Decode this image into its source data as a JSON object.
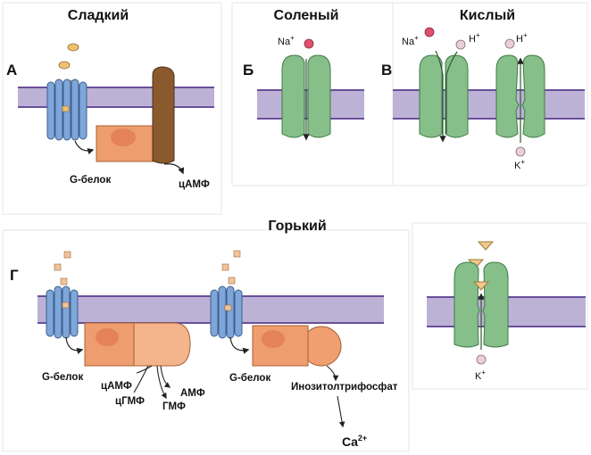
{
  "titles": {
    "sweet": "Сладкий",
    "salty": "Соленый",
    "sour": "Кислый",
    "bitter": "Горький"
  },
  "panels": {
    "a": "А",
    "b": "Б",
    "v": "В",
    "g": "Г"
  },
  "labels": {
    "g_protein_a": "G-белок",
    "camp_a": "цАМФ",
    "g_protein_g1": "G-белок",
    "camp_g": "цАМФ",
    "cgmp_g": "цГМФ",
    "amp_g": "АМФ",
    "gmp_g": "ГМФ",
    "g_protein_g2": "G-белок",
    "ip3": "Инозитолтрифосфат",
    "ca": "Ca"
  },
  "ions": {
    "na_b": "Na",
    "na_v": "Na",
    "h_v1": "H",
    "h_v2": "H",
    "k_v": "K",
    "k_right": "K",
    "plus": "+",
    "ca_charge": "2+"
  },
  "colors": {
    "membrane": "#bcb2d6",
    "membrane_line": "#6a4f9a",
    "receptor": "#7ea6d8",
    "g_protein": "#ee9d6e",
    "effector_brown": "#8a5a2e",
    "channel": "#86bf8a",
    "na_ion": "#e0506a",
    "h_ion": "#ead0d6",
    "sugar": "#f0c070"
  }
}
